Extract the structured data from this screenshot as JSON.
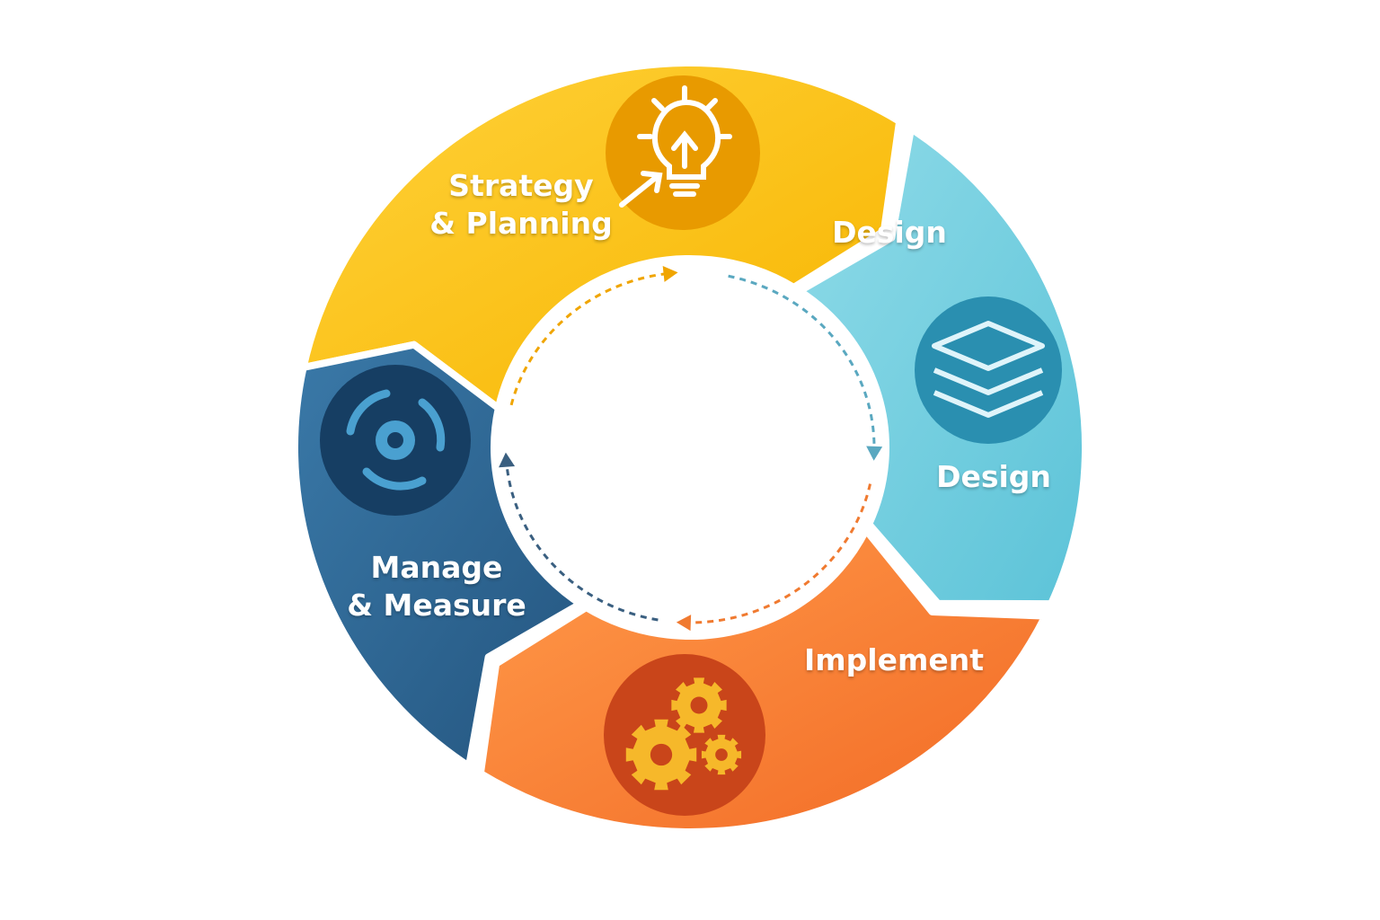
{
  "title": "Cycle diagram",
  "stages": [
    {
      "id": "strategy",
      "line1": "Strategy",
      "line2": "& Planning",
      "icon": "lightbulb-icon",
      "color": "#f7b500",
      "color_light": "#ffd23a",
      "icon_bg": "#e79b00"
    },
    {
      "id": "design",
      "line1": "Design",
      "line2": "",
      "second_label": "Design",
      "icon": "layers-icon",
      "color": "#5cc3d8",
      "color_light": "#8fdbe8",
      "icon_bg": "#2a8fb0"
    },
    {
      "id": "implement",
      "line1": "Implement",
      "line2": "",
      "icon": "gears-icon",
      "color": "#f26a25",
      "color_light": "#ff9a4a",
      "icon_bg": "#c9451a"
    },
    {
      "id": "manage",
      "line1": "Manage",
      "line2": "& Measure",
      "icon": "cycle-gear-icon",
      "color": "#24557f",
      "color_light": "#3a79a8",
      "icon_bg": "#163e63"
    }
  ]
}
